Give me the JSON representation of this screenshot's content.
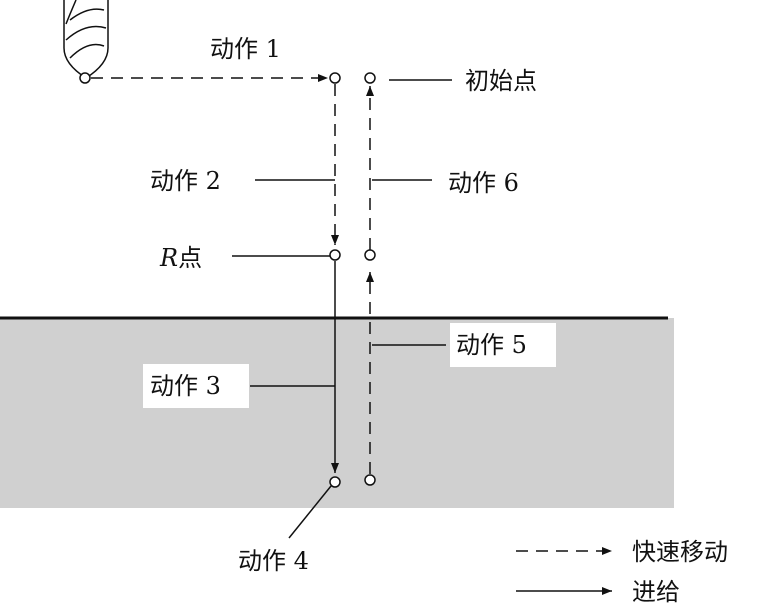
{
  "labels": {
    "action_1": "动作 1",
    "action_2": "动作 2",
    "action_3": "动作 3",
    "action_4": "动作 4",
    "action_5": "动作 5",
    "action_6": "动作 6",
    "initial_point": "初始点",
    "r_letter": "R",
    "r_suffix": "点"
  },
  "legend": {
    "rapid": "快速移动",
    "feed": "进给"
  },
  "colors": {
    "workpiece_fill": "#d0d0d0",
    "line": "#111111",
    "label_bg": "#ffffff"
  },
  "icons": {
    "tool": "drill-bit-icon"
  }
}
